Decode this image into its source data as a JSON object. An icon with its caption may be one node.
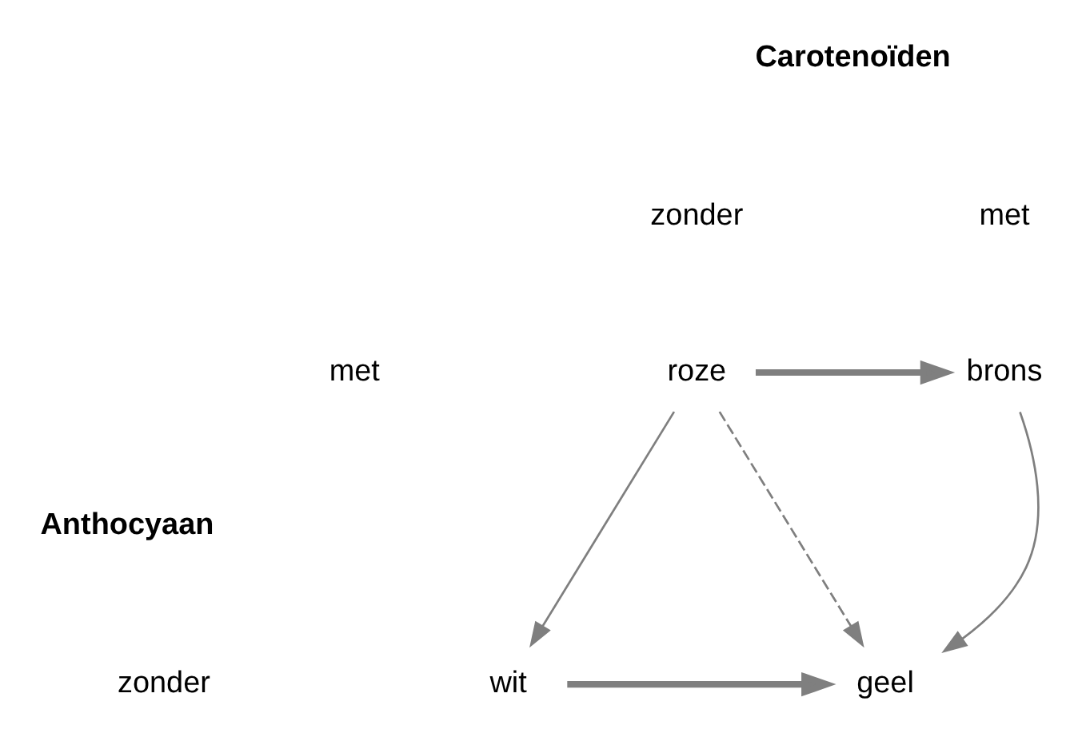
{
  "diagram": {
    "nodes": [
      {
        "text": [
          "roze"
        ]
      },
      {
        "text": [
          "brons"
        ]
      },
      {
        "text": [
          "wit"
        ]
      },
      {
        "text": [
          "geel"
        ]
      }
    ],
    "edges": [
      {
        "from": 0,
        "to": 1,
        "arrow": "to",
        "style": "thick"
      },
      {
        "from": 0,
        "to": 2,
        "arrow": "to"
      },
      {
        "from": 0,
        "to": 3,
        "arrow": "to",
        "style": "dashed"
      },
      {
        "from": 1,
        "to": 3,
        "arrow": "to"
      },
      {
        "from": 2,
        "to": 3,
        "arrow": "to",
        "style": "thick"
      }
    ],
    "labels": [
      "Carotenoïden",
      "zonder",
      "met",
      "met",
      "Anthocyaan",
      "zonder"
    ]
  }
}
